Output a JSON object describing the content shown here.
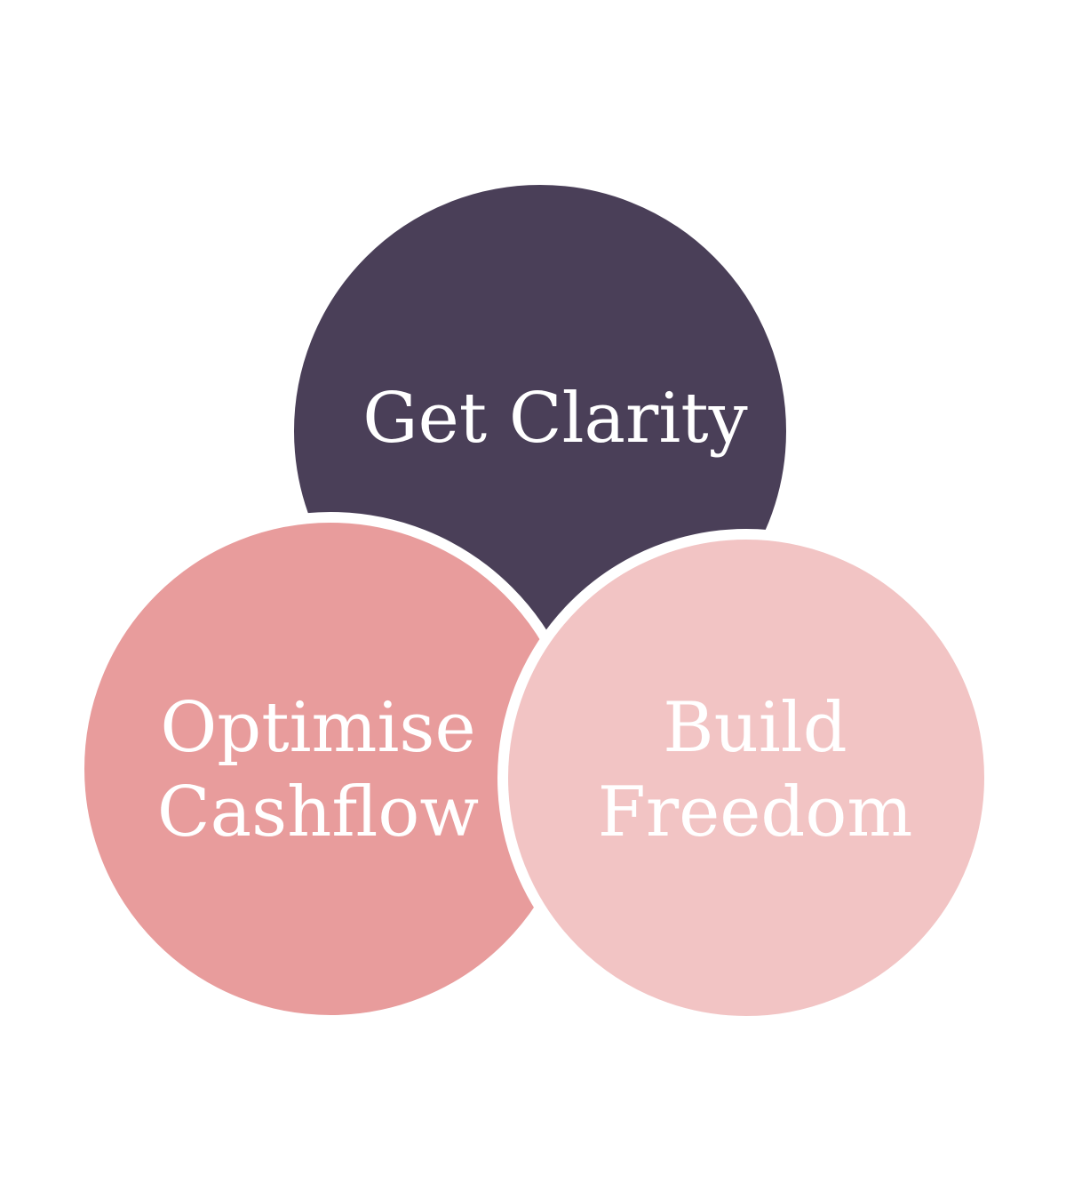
{
  "diagram": {
    "type": "venn",
    "circles": [
      {
        "label_lines": [
          "Get Clarity"
        ],
        "color": "#4a3f58"
      },
      {
        "label_lines": [
          "Optimise",
          "Cashflow"
        ],
        "color": "#e89c9c"
      },
      {
        "label_lines": [
          "Build",
          "Freedom"
        ],
        "color": "#f2c4c4"
      }
    ],
    "border_color": "#ffffff"
  }
}
